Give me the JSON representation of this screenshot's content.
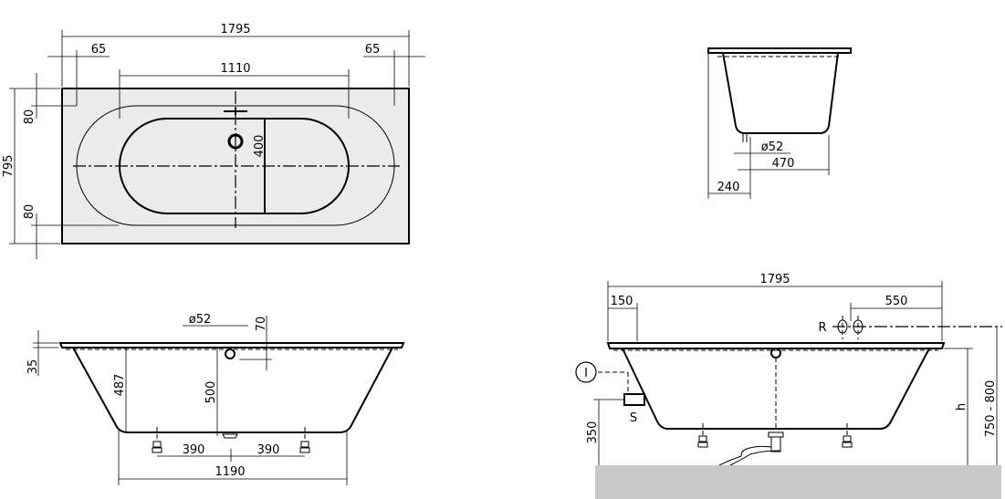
{
  "top_view": {
    "overall_length": "1795",
    "end_offset_left": "65",
    "end_offset_right": "65",
    "inner_length": "1110",
    "overall_width": "795",
    "rim_top": "80",
    "rim_bottom": "80",
    "inner_width": "400"
  },
  "side_view": {
    "rim_height": "35",
    "waste_diameter": "ø52",
    "waste_offset": "70",
    "depth": "487",
    "waste_depth": "500",
    "foot_spacing_left": "390",
    "foot_spacing_right": "390",
    "base_length": "1190"
  },
  "end_section": {
    "waste_diameter": "ø52",
    "bottom_width": "470",
    "waste_position": "240"
  },
  "installation_view": {
    "overall_length": "1795",
    "waste_offset": "150",
    "tap_offset": "550",
    "tap_label": "R",
    "siphon_height": "350",
    "height_label": "h",
    "total_height": "750 - 800",
    "overflow_label": "S",
    "callout_symbol": "I"
  }
}
